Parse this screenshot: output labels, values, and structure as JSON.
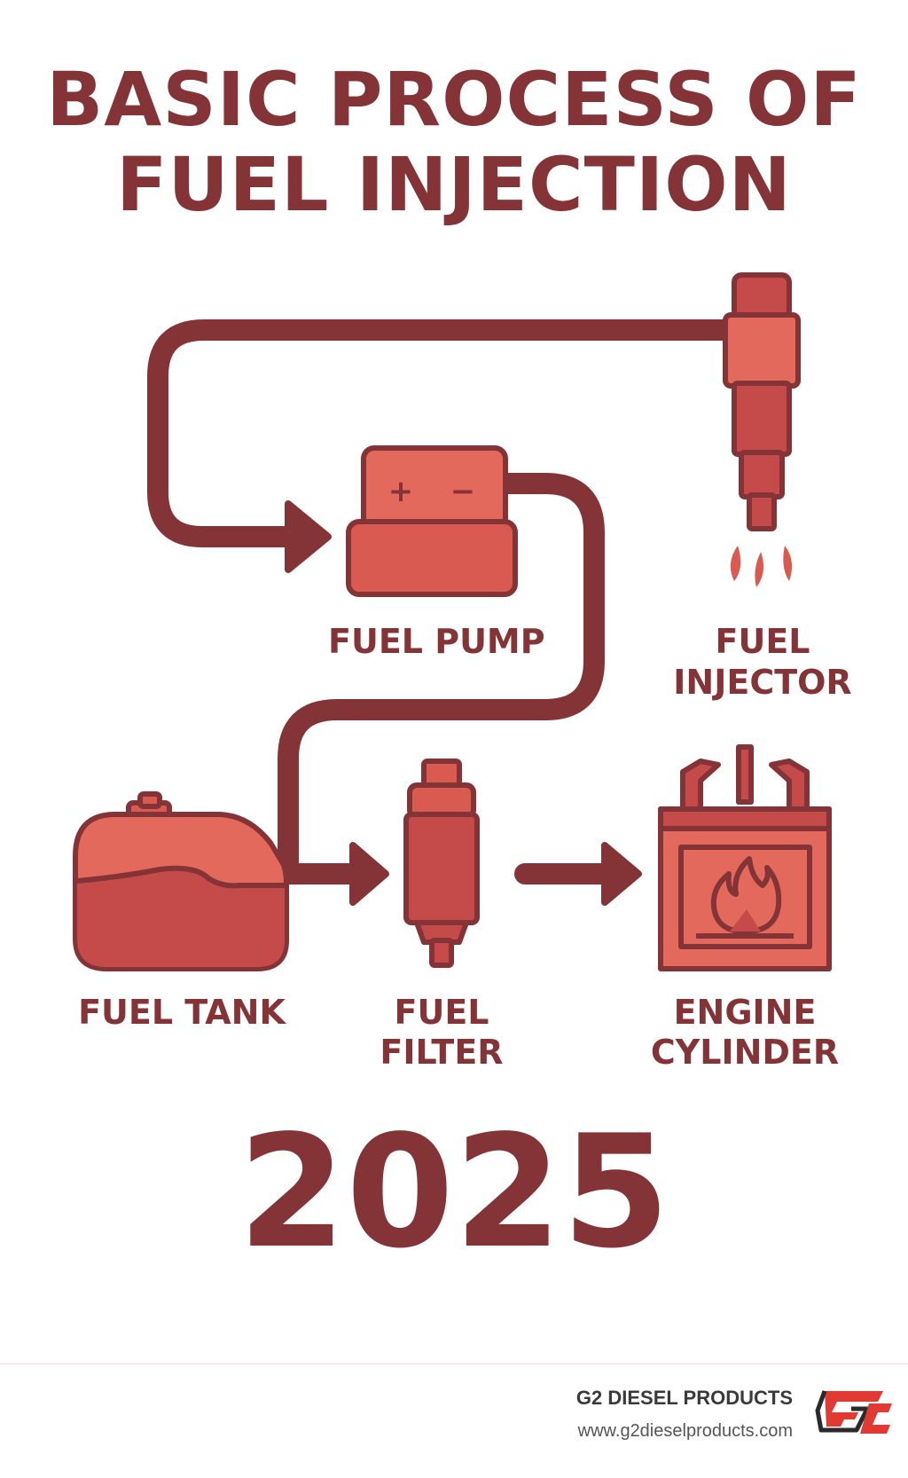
{
  "title": {
    "line1": "BASIC PROCESS OF",
    "line2": "FUEL INJECTION"
  },
  "components": {
    "fuel_pump": "FUEL PUMP",
    "fuel_injector_line1": "FUEL",
    "fuel_injector_line2": "INJECTOR",
    "fuel_tank": "FUEL TANK",
    "fuel_filter_line1": "FUEL",
    "fuel_filter_line2": "FILTER",
    "engine_cylinder_line1": "ENGINE",
    "engine_cylinder_line2": "CYLINDER"
  },
  "pump_symbols": {
    "plus": "+",
    "minus": "−"
  },
  "year": "2025",
  "footer": {
    "brand": "G2 DIESEL PRODUCTS",
    "url": "www.g2dieselproducts.com"
  },
  "icons": [
    "fuel-pump-icon",
    "fuel-injector-icon",
    "fuel-tank-icon",
    "fuel-filter-icon",
    "engine-cylinder-icon",
    "flame-icon",
    "arrow-icon",
    "g2-logo-icon"
  ],
  "colors": {
    "primary": "#843436",
    "fill_dark": "#c44b4a",
    "fill_light": "#e2695c",
    "logo_red": "#e03a33"
  }
}
